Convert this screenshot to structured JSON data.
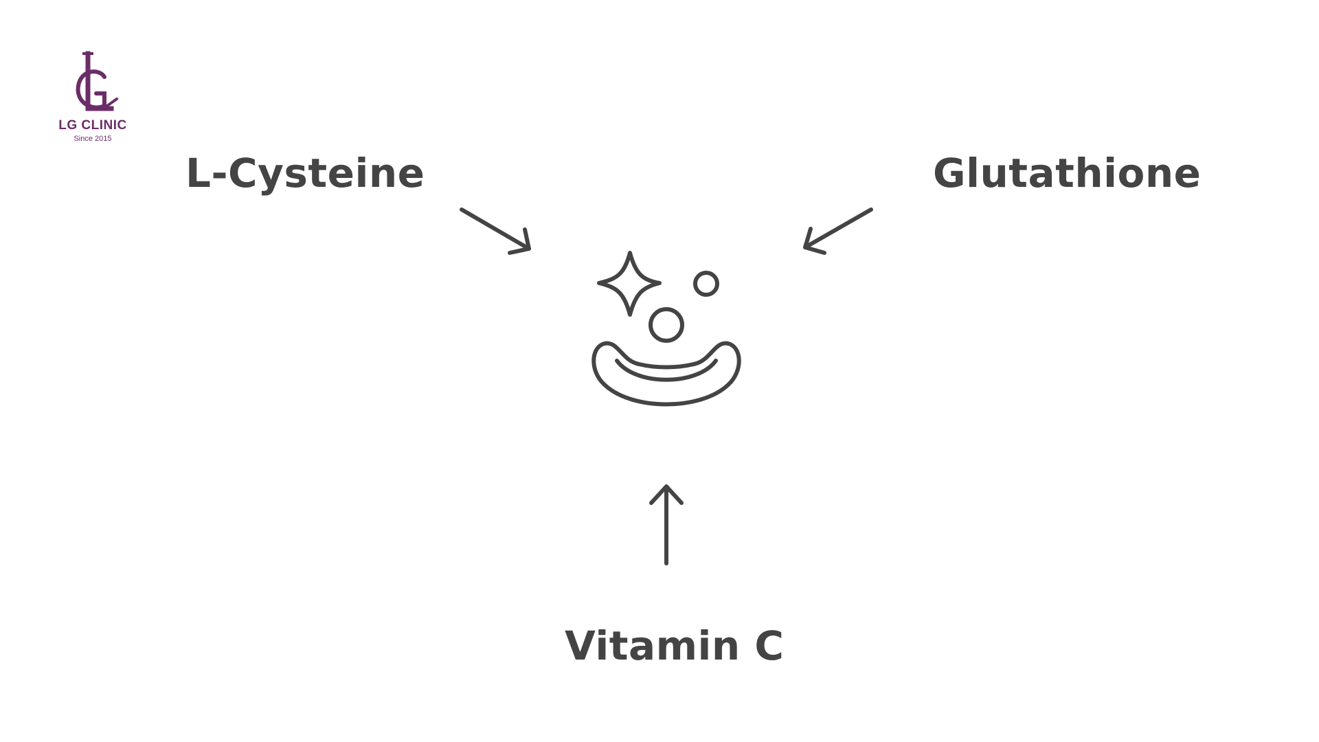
{
  "logo": {
    "name": "LG CLINIC",
    "since": "Since 2015",
    "color": "#6b2d68"
  },
  "ingredients": {
    "top_left": "L-Cysteine",
    "top_right": "Glutathione",
    "bottom": "Vitamin C"
  },
  "center_icon": "sparkle-skin-bubbles-icon",
  "stroke_color": "#444444"
}
